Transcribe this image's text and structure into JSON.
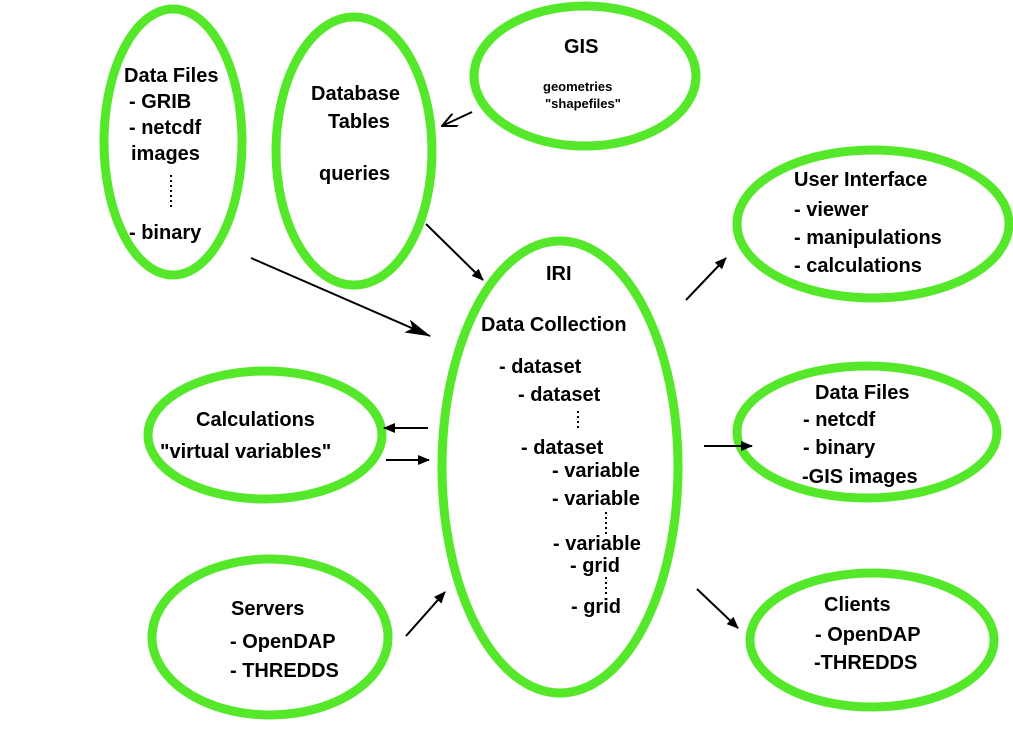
{
  "colors": {
    "ellipse_stroke": "#55e82a",
    "text": "#000000",
    "background": "#ffffff"
  },
  "nodes": {
    "data_files_in": {
      "title": "Data Files",
      "items": [
        "- GRIB",
        "- netcdf",
        "images",
        "- binary"
      ]
    },
    "database": {
      "title_line1": "Database",
      "title_line2": "Tables",
      "items": [
        "queries"
      ]
    },
    "gis": {
      "title": "GIS",
      "items": [
        "geometries",
        "\"shapefiles\""
      ]
    },
    "user_interface": {
      "title": "User Interface",
      "items": [
        "- viewer",
        "- manipulations",
        "- calculations"
      ]
    },
    "iri": {
      "title": "IRI",
      "subtitle": "Data Collection",
      "items": [
        "- dataset",
        "- dataset",
        "- dataset",
        "- variable",
        "- variable",
        "- variable",
        "- grid",
        "- grid"
      ]
    },
    "calculations": {
      "title": "Calculations",
      "items": [
        "\"virtual variables\""
      ]
    },
    "data_files_out": {
      "title": "Data Files",
      "items": [
        "- netcdf",
        "- binary",
        "-GIS images"
      ]
    },
    "servers": {
      "title": "Servers",
      "items": [
        "- OpenDAP",
        "- THREDDS"
      ]
    },
    "clients": {
      "title": "Clients",
      "items": [
        "- OpenDAP",
        "-THREDDS"
      ]
    }
  }
}
